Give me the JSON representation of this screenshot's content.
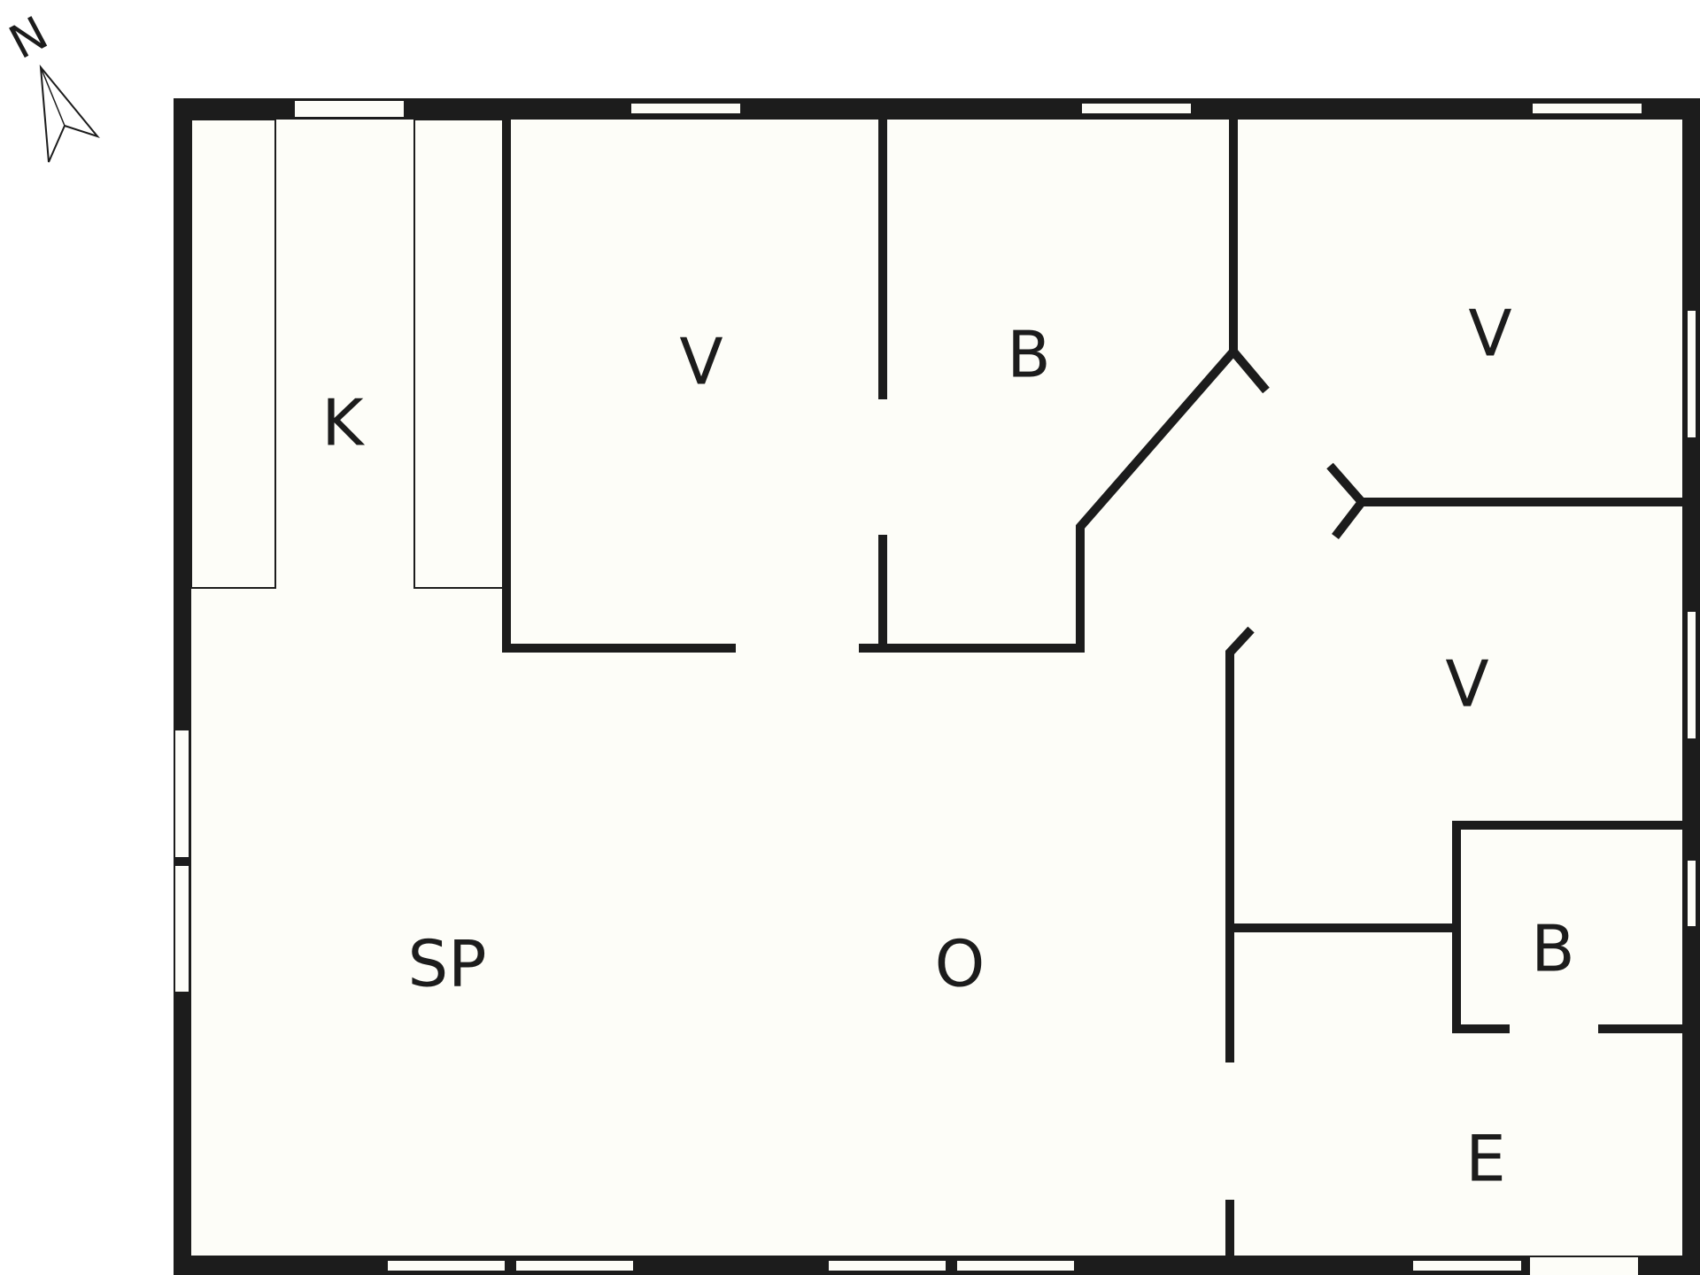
{
  "compass": {
    "label": "N",
    "icon": "north-arrow-icon"
  },
  "colors": {
    "wall": "#1c1c1c",
    "floor": "#fdfdf8",
    "background": "#ffffff",
    "window": "#fdfdf8"
  },
  "rooms": {
    "kitchen": "K",
    "bedroom_north": "V",
    "bathroom_north": "B",
    "bedroom_northeast": "V",
    "bedroom_east": "V",
    "bathroom_east": "B",
    "dining": "SP",
    "living": "O",
    "entrance": "E"
  }
}
